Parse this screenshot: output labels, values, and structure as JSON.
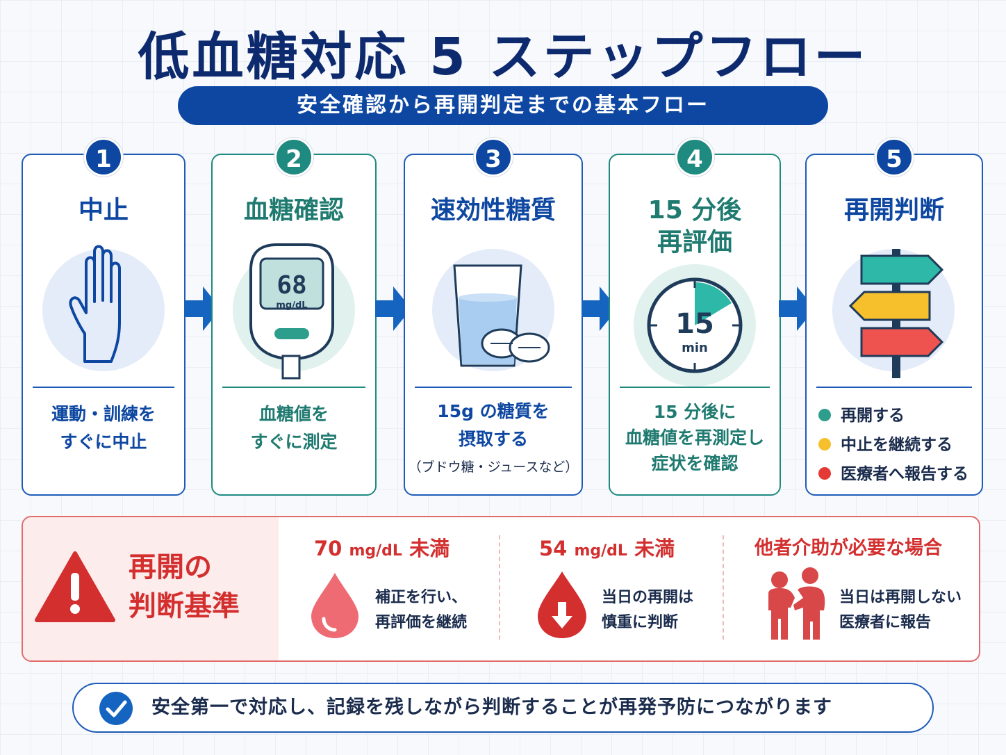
{
  "title": "低血糖対応 5 ステップフロー",
  "subtitle": "安全確認から再開判定までの基本フロー",
  "steps": [
    {
      "number": "1",
      "title": "中止",
      "desc_line1": "運動・訓練を",
      "desc_line2": "すぐに中止"
    },
    {
      "number": "2",
      "title": "血糖確認",
      "desc_line1": "血糖値を",
      "desc_line2": "すぐに測定",
      "meter_value": "68",
      "meter_unit": "mg/dL"
    },
    {
      "number": "3",
      "title": "速効性糖質",
      "desc_line1": "15g の糖質を",
      "desc_line2": "摂取する",
      "desc_note": "（ブドウ糖・ジュースなど）"
    },
    {
      "number": "4",
      "title_line1": "15 分後",
      "title_line2": "再評価",
      "desc_line1": "15 分後に",
      "desc_line2": "血糖値を再測定し",
      "desc_line3": "症状を確認",
      "timer_value": "15",
      "timer_unit": "min"
    },
    {
      "number": "5",
      "title": "再開判断",
      "options": [
        {
          "label": "再開する",
          "color": "#2e9e8c"
        },
        {
          "label": "中止を継続する",
          "color": "#f6c02c"
        },
        {
          "label": "医療者へ報告する",
          "color": "#e53935"
        }
      ]
    }
  ],
  "criteria": {
    "title_line1": "再開の",
    "title_line2": "判断基準",
    "columns": [
      {
        "head_value": "70",
        "head_unit": "mg/dL",
        "head_suffix": "未満",
        "line1": "補正を行い、",
        "line2": "再評価を継続"
      },
      {
        "head_value": "54",
        "head_unit": "mg/dL",
        "head_suffix": "未満",
        "line1": "当日の再開は",
        "line2": "慎重に判断"
      },
      {
        "head": "他者介助が必要な場合",
        "line1": "当日は再開しない",
        "line2": "医療者に報告"
      }
    ]
  },
  "footer": "安全第一で対応し、記録を残しながら判断することが再発予防につながります",
  "colors": {
    "navy": "#0d47a1",
    "teal": "#1f8a80",
    "red": "#d32f2f"
  }
}
